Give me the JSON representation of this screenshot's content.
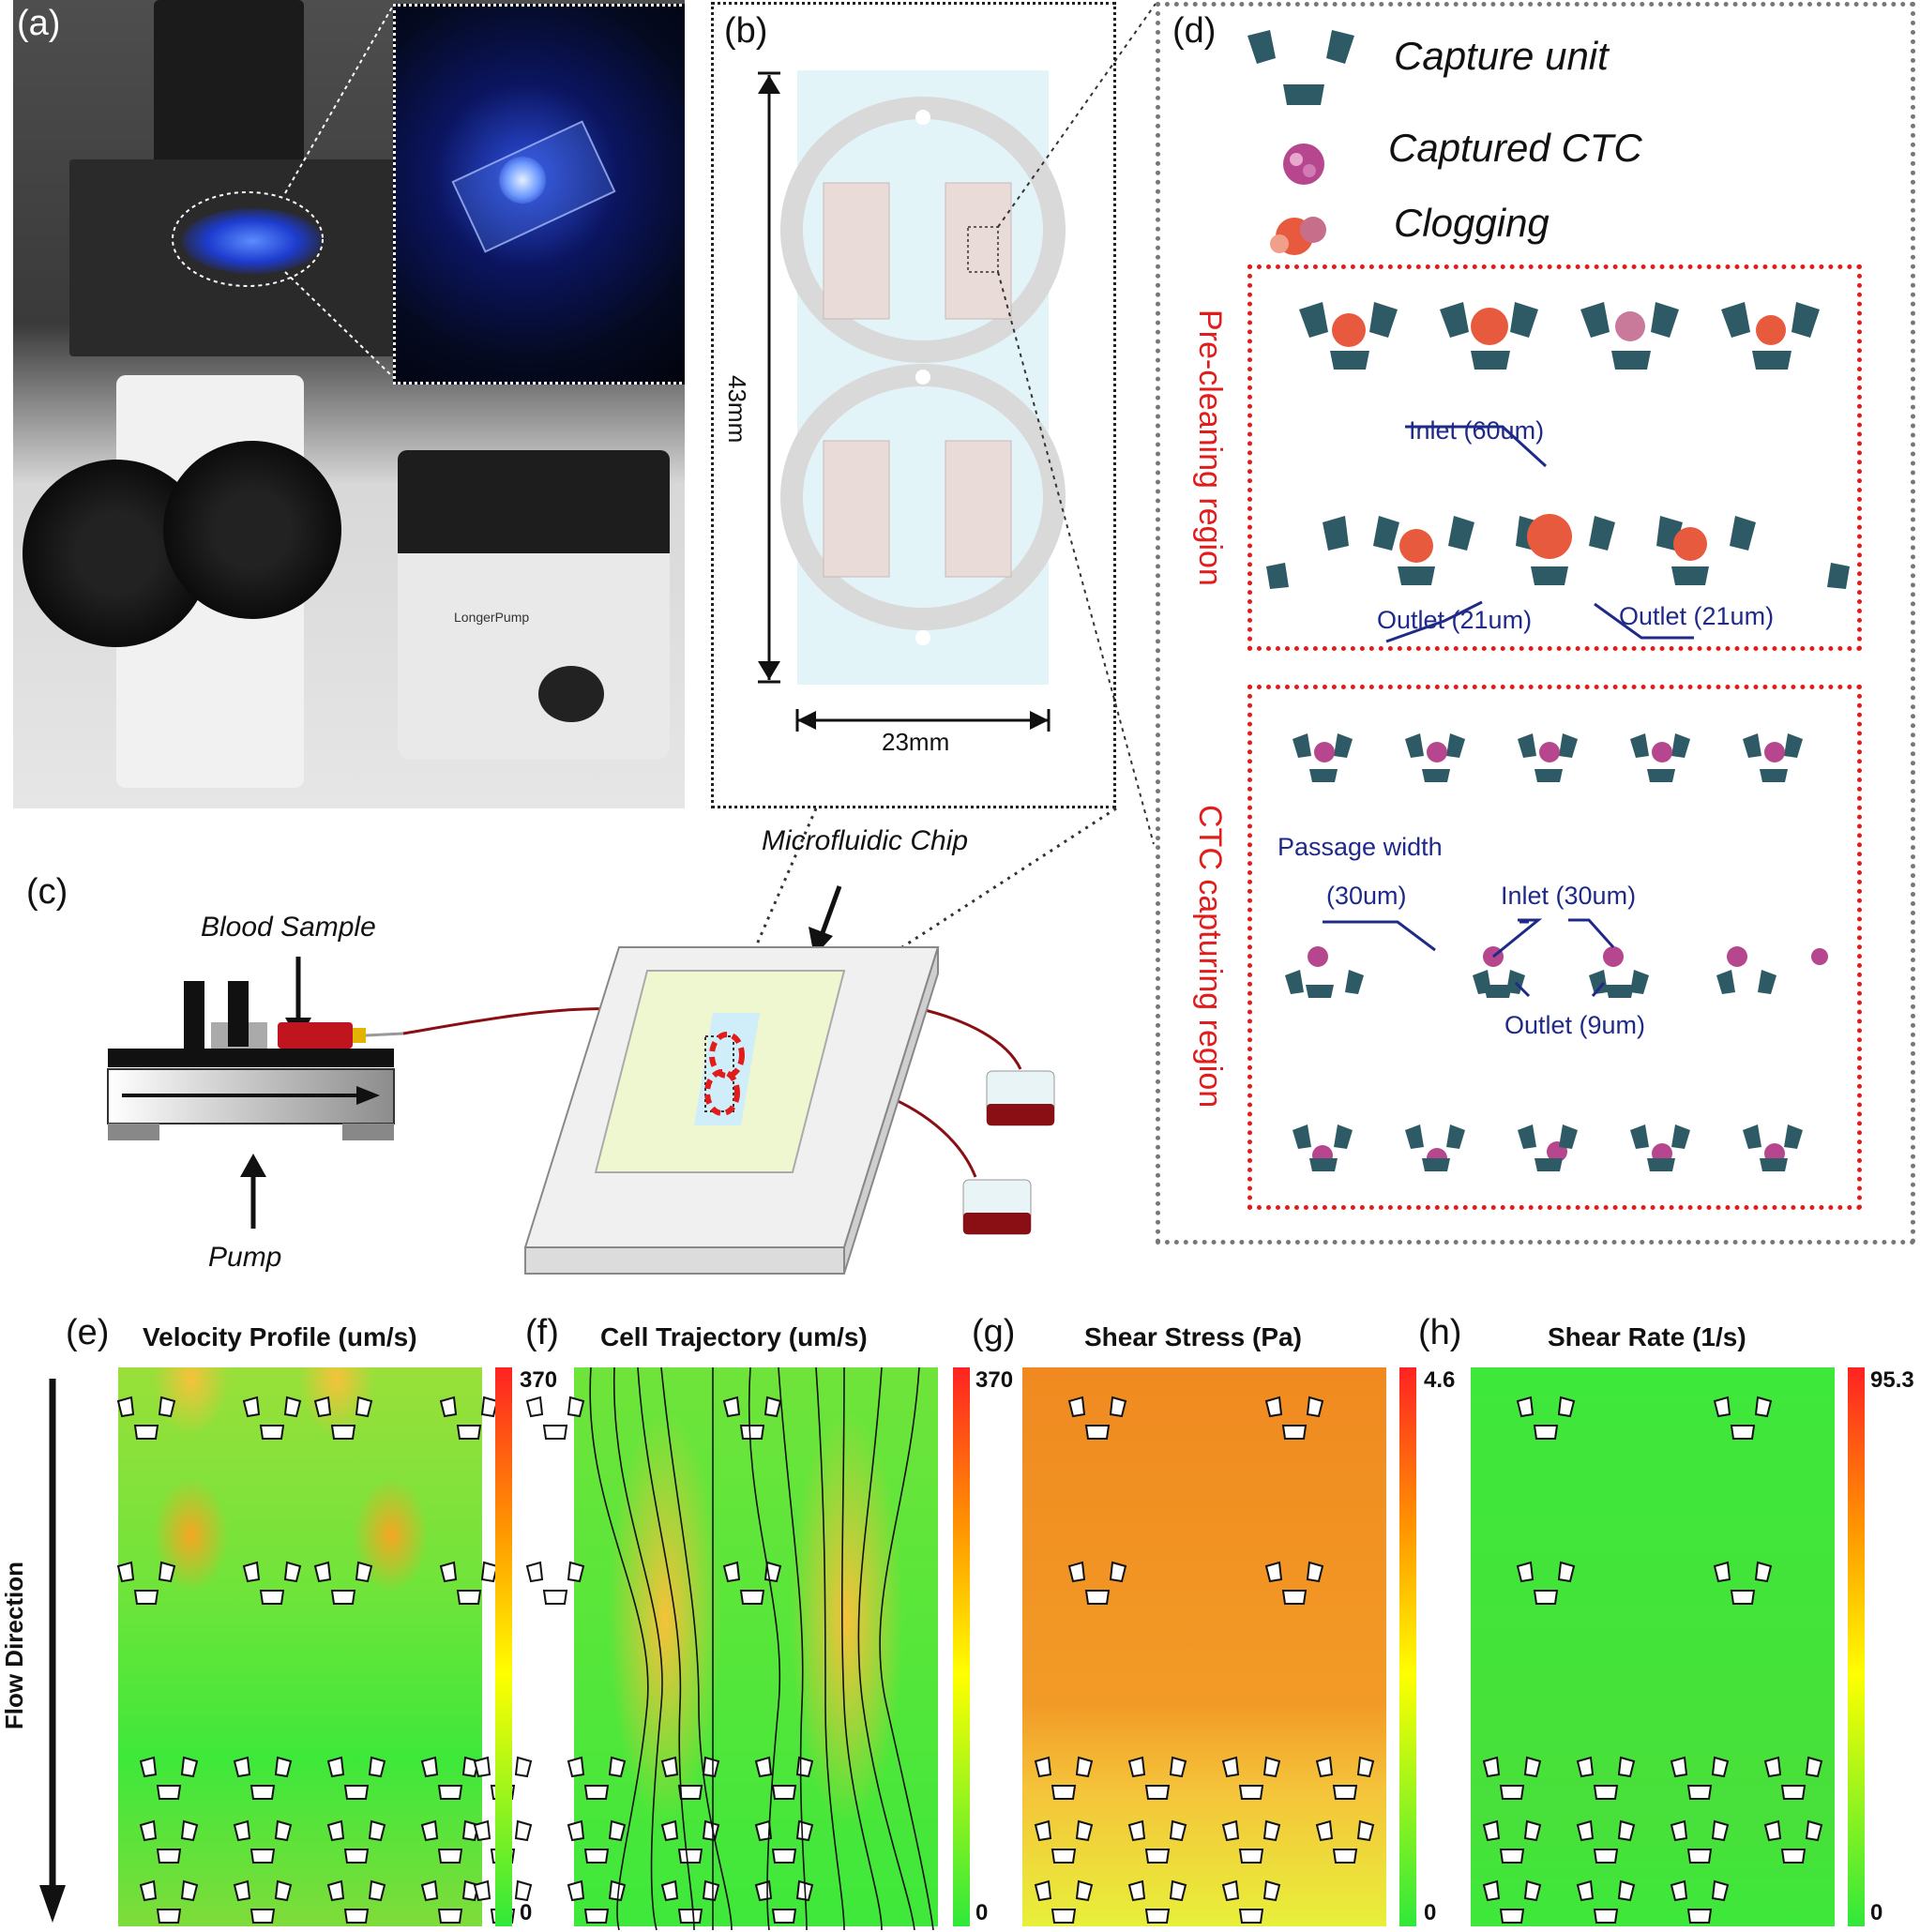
{
  "panels": {
    "a": "(a)",
    "b": "(b)",
    "c": "(c)",
    "d": "(d)",
    "e": "(e)",
    "f": "(f)",
    "g": "(g)",
    "h": "(h)"
  },
  "chip": {
    "height_label": "43mm",
    "width_label": "23mm",
    "pump_brand": "LongerPump"
  },
  "setup": {
    "chip_label": "Microfluidic Chip",
    "blood_label": "Blood Sample",
    "pump_label": "Pump"
  },
  "legend": {
    "capture_unit": "Capture unit",
    "captured_ctc": "Captured CTC",
    "clogging": "Clogging"
  },
  "precleaning": {
    "region_label": "Pre-cleaning region",
    "inlet": "Inlet (60um)",
    "outlet_left": "Outlet (21um)",
    "outlet_right": "Outlet (21um)"
  },
  "capturing": {
    "region_label": "CTC capturing region",
    "passage": "Passage width",
    "passage_value": "(30um)",
    "inlet": "Inlet (30um)",
    "outlet": "Outlet (9um)"
  },
  "flow_label": "Flow Direction",
  "maps": [
    {
      "title": "Velocity Profile (um/s)",
      "max": "370",
      "min": "0"
    },
    {
      "title": "Cell Trajectory (um/s)",
      "max": "370",
      "min": "0"
    },
    {
      "title": "Shear Stress (Pa)",
      "max": "4.6",
      "min": "0"
    },
    {
      "title": "Shear Rate (1/s)",
      "max": "95.3",
      "min": "0"
    }
  ],
  "colors": {
    "capture_unit": "#2e5a66",
    "annotation_navy": "#1f2a88",
    "region_red": "#e21b1b",
    "map_green": "#3ee83a",
    "map_orange": "#f09020"
  }
}
